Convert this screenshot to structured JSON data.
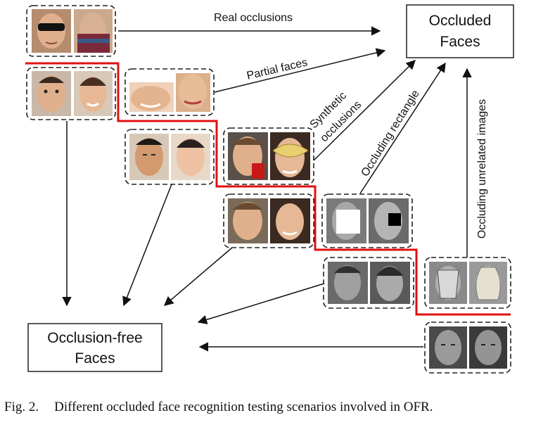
{
  "nodes": {
    "occluded": {
      "line1": "Occluded",
      "line2": "Faces"
    },
    "occlusion_free": {
      "line1": "Occlusion-free",
      "line2": "Faces"
    }
  },
  "edges": {
    "real_occlusions": "Real occlusions",
    "partial_faces": "Partial faces",
    "synthetic_line1": "Synthetic",
    "synthetic_line2": "occlusions",
    "occluding_rectangle": "Occluding rectangle",
    "occluding_unrelated": "Occluding  unrelated images"
  },
  "caption": {
    "figure": "Fig. 2.",
    "text": "Different occluded face recognition testing scenarios involved in OFR."
  },
  "colors": {
    "separator": "#e01010",
    "arrow": "#111111",
    "frame": "#222222",
    "skin_light": "#e6b89a",
    "skin_tan": "#cf9a72",
    "skin_gray": "#8a8a8a"
  },
  "image_groups": [
    {
      "name": "real-occlusion-pair",
      "thumbs": [
        "face-with-sunglasses",
        "face-with-scarf"
      ]
    },
    {
      "name": "real-occlusion-clean-pair",
      "thumbs": [
        "clean-male-face",
        "clean-female-face"
      ]
    },
    {
      "name": "partial-face-pair",
      "thumbs": [
        "partial-child-face",
        "partial-woman-face"
      ]
    },
    {
      "name": "partial-clean-pair",
      "thumbs": [
        "clean-asian-male-face",
        "clean-asian-female-face"
      ]
    },
    {
      "name": "synthetic-occlusion-pair",
      "thumbs": [
        "face-with-cup",
        "face-with-mask"
      ]
    },
    {
      "name": "synthetic-clean-pair",
      "thumbs": [
        "clean-male-face",
        "clean-female-face"
      ]
    },
    {
      "name": "rectangle-occlusion-pair",
      "thumbs": [
        "face-white-rectangle",
        "face-black-rectangle"
      ]
    },
    {
      "name": "rectangle-clean-pair",
      "thumbs": [
        "clean-gray-male-face",
        "clean-gray-female-face"
      ]
    },
    {
      "name": "unrelated-occlusion-pair",
      "thumbs": [
        "face-with-object-overlay",
        "face-with-vase-overlay"
      ]
    },
    {
      "name": "unrelated-clean-pair",
      "thumbs": [
        "clean-gray-male-face",
        "clean-gray-male-face-2"
      ]
    }
  ]
}
